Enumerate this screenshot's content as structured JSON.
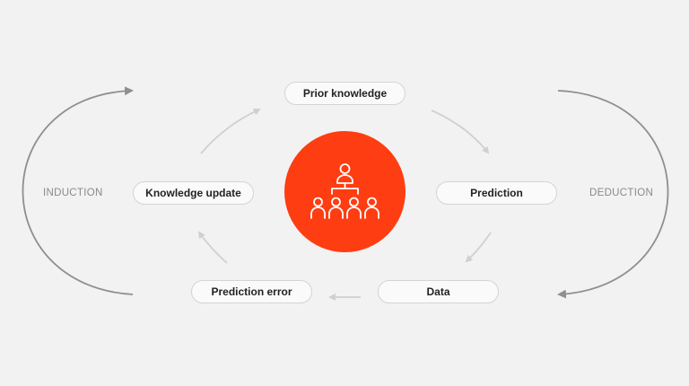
{
  "nodes": {
    "prior_knowledge": "Prior knowledge",
    "prediction": "Prediction",
    "data": "Data",
    "prediction_error": "Prediction error",
    "knowledge_update": "Knowledge update"
  },
  "sides": {
    "left": "INDUCTION",
    "right": "DEDUCTION"
  },
  "center_icon": "hierarchy-people-icon",
  "colors": {
    "background": "#f2f2f2",
    "accent": "#ff3d12",
    "pill_border": "#d4d4d4",
    "inner_arrow": "#d0d0d0",
    "outer_arrow": "#8f8f8f",
    "side_text": "#8a8a8a"
  }
}
